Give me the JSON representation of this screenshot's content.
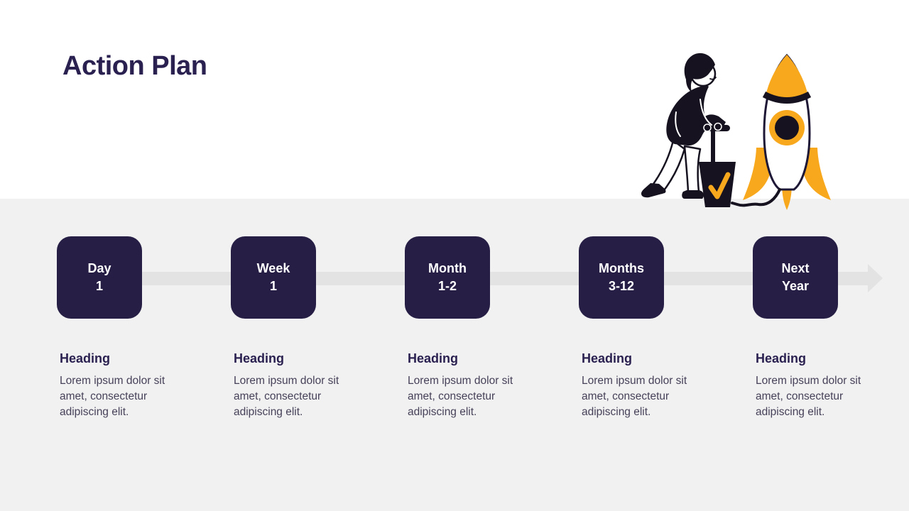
{
  "slide": {
    "title": "Action Plan"
  },
  "timeline": {
    "milestones": [
      {
        "period_line1": "Day",
        "period_line2": "1",
        "heading": "Heading",
        "body": "Lorem ipsum dolor sit amet, consectetur adipiscing elit."
      },
      {
        "period_line1": "Week",
        "period_line2": "1",
        "heading": "Heading",
        "body": "Lorem ipsum dolor sit amet, consectetur adipiscing elit."
      },
      {
        "period_line1": "Month",
        "period_line2": "1-2",
        "heading": "Heading",
        "body": "Lorem ipsum dolor sit amet, consectetur adipiscing elit."
      },
      {
        "period_line1": "Months",
        "period_line2": "3-12",
        "heading": "Heading",
        "body": "Lorem ipsum dolor sit amet, consectetur adipiscing elit."
      },
      {
        "period_line1": "Next",
        "period_line2": "Year",
        "heading": "Heading",
        "body": "Lorem ipsum dolor sit amet, consectetur adipiscing elit."
      }
    ]
  },
  "illustration": {
    "name": "person-launching-rocket",
    "elements": [
      "person-with-plunger",
      "detonator-box-with-checkmark",
      "cable",
      "rocket"
    ]
  },
  "colors": {
    "title_text": "#2B2150",
    "heading_text": "#2B2150",
    "body_text": "#474159",
    "period_box": "#261E45",
    "period_box_text": "#FFFFFF",
    "background_top": "#FFFFFF",
    "background_band": "#F1F1F1",
    "timeline_arrow": "#E3E3E3",
    "accent_orange": "#F7A81D",
    "illustration_ink": "#17121F"
  }
}
